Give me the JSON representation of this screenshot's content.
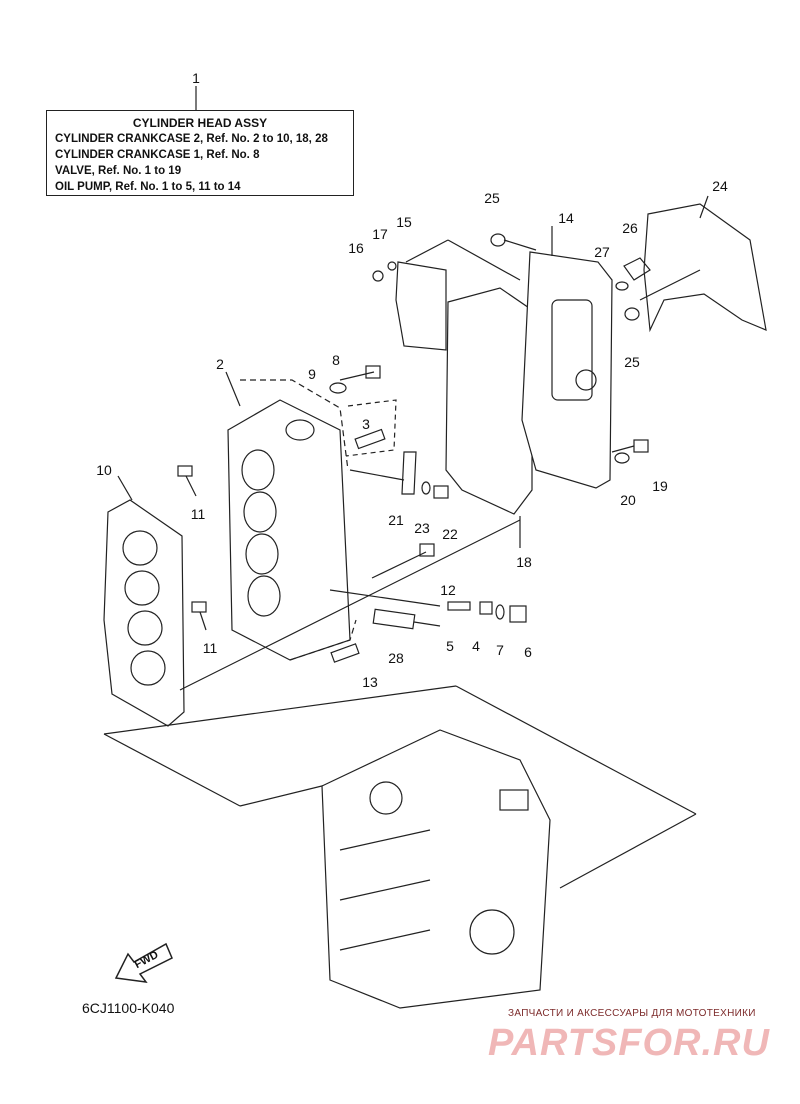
{
  "assembly_box": {
    "title": "CYLINDER HEAD ASSY",
    "lines": [
      "CYLINDER CRANKCASE 2,  Ref. No. 2 to 10, 18, 28",
      "CYLINDER CRANKCASE 1,  Ref. No. 8",
      "VALVE,  Ref. No. 1 to 19",
      "OIL PUMP,  Ref. No. 1 to 5, 11 to 14"
    ]
  },
  "callouts": [
    "1",
    "2",
    "3",
    "4",
    "5",
    "6",
    "7",
    "8",
    "9",
    "10",
    "11",
    "11",
    "12",
    "13",
    "14",
    "15",
    "16",
    "17",
    "18",
    "19",
    "20",
    "21",
    "22",
    "23",
    "24",
    "25",
    "25",
    "26",
    "27",
    "28"
  ],
  "diagram_code": "6CJ1100-K040",
  "fwd_label": "FWD",
  "watermark": {
    "tagline": "ЗАПЧАСТИ И АКСЕССУАРЫ ДЛЯ МОТОТЕХНИКИ",
    "logo": "PARTSFOR.RU"
  }
}
